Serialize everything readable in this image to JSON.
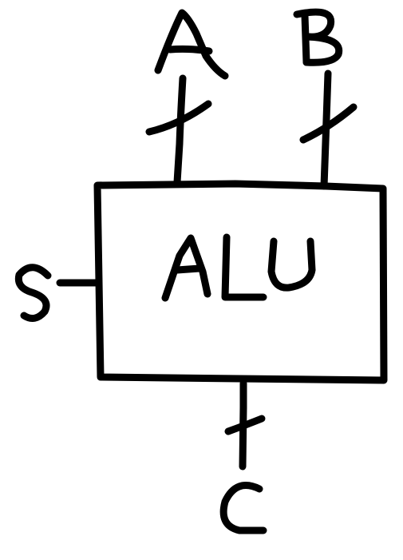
{
  "diagram": {
    "block_label": "ALU",
    "inputs": [
      {
        "name": "A",
        "bus": true
      },
      {
        "name": "B",
        "bus": true
      }
    ],
    "control": {
      "name": "S",
      "bus": false
    },
    "output": {
      "name": "C",
      "bus": true
    }
  }
}
